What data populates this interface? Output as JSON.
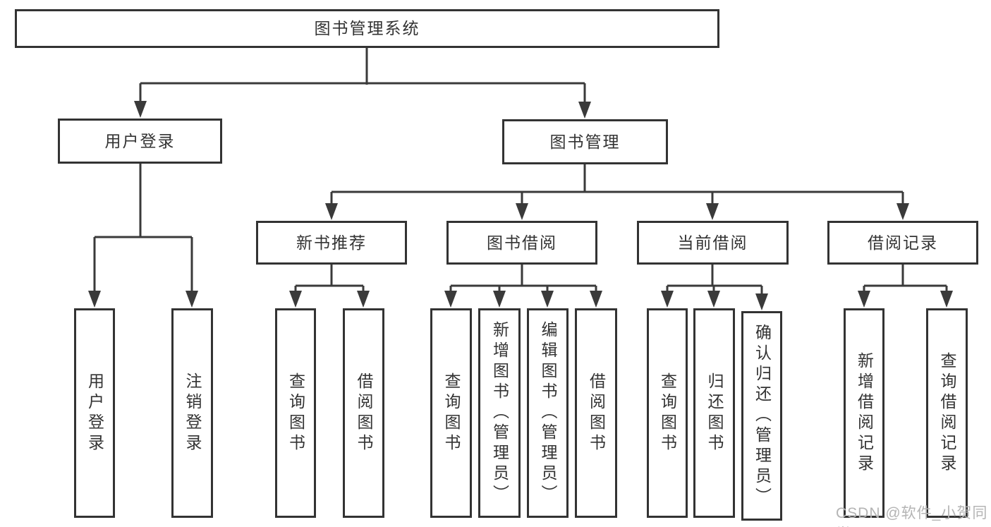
{
  "colors": {
    "background": "#ffffff",
    "box_border": "#333333",
    "box_fill": "#ffffff",
    "line": "#3a3a3a",
    "text": "#333333",
    "watermark": "#b4b4b4"
  },
  "diagram": {
    "root": {
      "label": "图书管理系统"
    },
    "level2": [
      {
        "label": "用户登录",
        "children": [
          {
            "label": "用户登录"
          },
          {
            "label": "注销登录"
          }
        ]
      },
      {
        "label": "图书管理",
        "children": [
          {
            "label": "新书推荐",
            "children": [
              {
                "label": "查询图书"
              },
              {
                "label": "借阅图书"
              }
            ]
          },
          {
            "label": "图书借阅",
            "children": [
              {
                "label": "查询图书"
              },
              {
                "label": "新增图书（管理员）"
              },
              {
                "label": "编辑图书（管理员）"
              },
              {
                "label": "借阅图书"
              }
            ]
          },
          {
            "label": "当前借阅",
            "children": [
              {
                "label": "查询图书"
              },
              {
                "label": "归还图书"
              },
              {
                "label": "确认归还（管理员）"
              }
            ]
          },
          {
            "label": "借阅记录",
            "children": [
              {
                "label": "新增借阅记录"
              },
              {
                "label": "查询借阅记录"
              }
            ]
          }
        ]
      }
    ]
  },
  "watermark": {
    "label": "CSDN @软件_小贺同学"
  }
}
